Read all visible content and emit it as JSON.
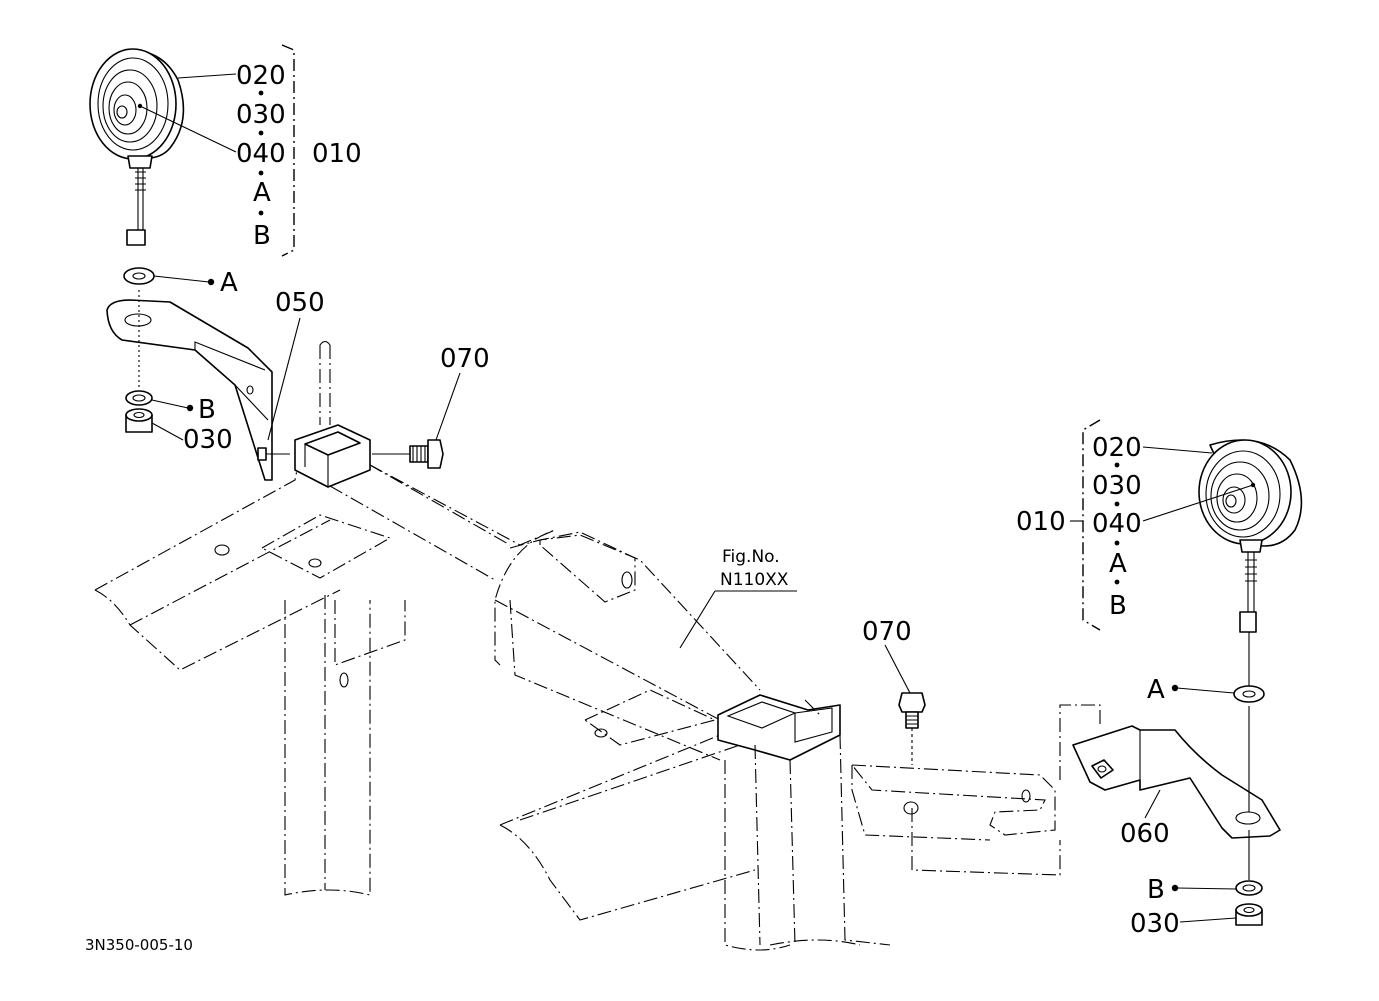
{
  "diagram": {
    "reference_code": "3N350-005-10",
    "left_lamp": {
      "callouts": [
        "020",
        "030",
        "040",
        "A",
        "B"
      ],
      "assembly": "010",
      "washer": "A",
      "bracket": "050",
      "lock_washer": "B",
      "nut": "030"
    },
    "right_lamp": {
      "callouts": [
        "020",
        "030",
        "040",
        "A",
        "B"
      ],
      "assembly": "010",
      "washer": "A",
      "bracket": "060",
      "lock_washer": "B",
      "nut": "030"
    },
    "bolt_left": "070",
    "bolt_right": "070",
    "fig_ref": {
      "line1": "Fig.No.",
      "line2": "N110XX"
    }
  }
}
